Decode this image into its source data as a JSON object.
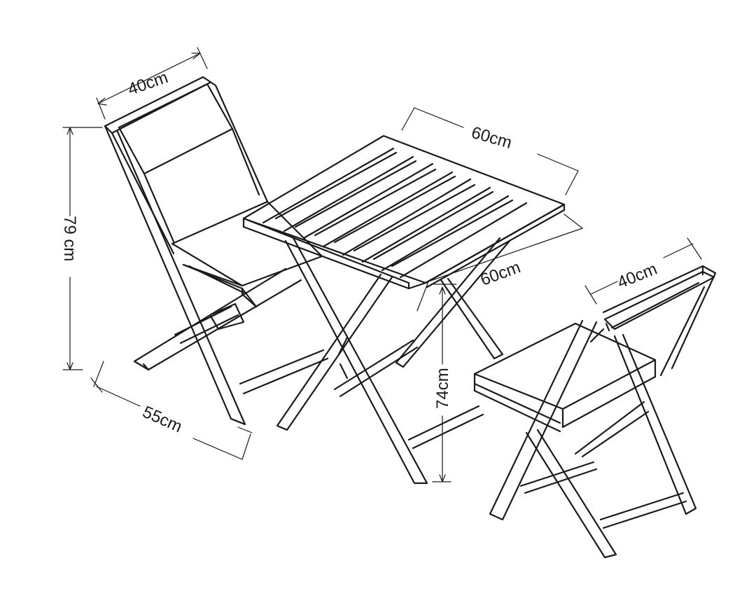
{
  "colors": {
    "line": "#1a1a1a",
    "background": "#ffffff"
  },
  "dimensions": {
    "chair_left_width": "40cm",
    "chair_left_height": "79 cm",
    "chair_left_depth": "55cm",
    "table_width": "60cm",
    "table_depth": "60cm",
    "table_height": "74cm",
    "chair_right_width": "40cm"
  }
}
